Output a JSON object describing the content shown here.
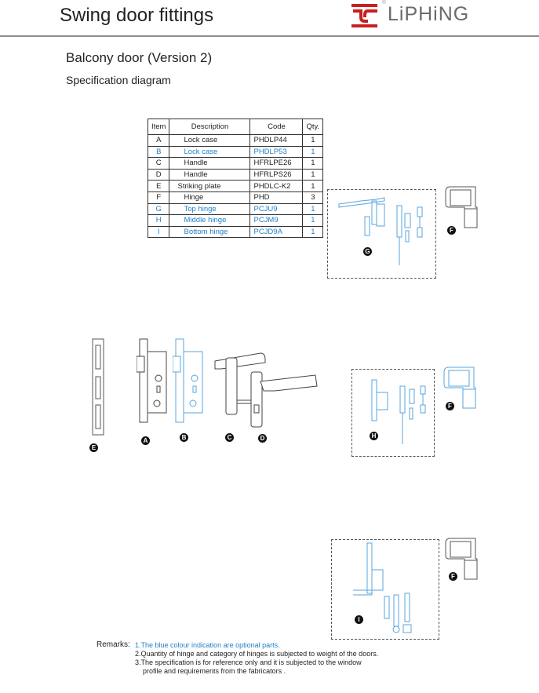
{
  "header": {
    "title": "Swing door fittings",
    "brand": "LiPHiNG",
    "registered_mark": "®",
    "brand_color": "#c8201f",
    "rule_color": "#8e8e8e"
  },
  "page": {
    "subtitle": "Balcony door (Version 2)",
    "section_title": "Specification diagram"
  },
  "spec_table": {
    "columns": [
      "Item",
      "Description",
      "Code",
      "Qty."
    ],
    "optional_color": "#1f7fc7",
    "rows": [
      {
        "item": "A",
        "description": "Lock case",
        "code": "PHDLP44",
        "qty": "1",
        "optional": false
      },
      {
        "item": "B",
        "description": "Lock case",
        "code": "PHDLP53",
        "qty": "1",
        "optional": true
      },
      {
        "item": "C",
        "description": "Handle",
        "code": "HFRLPE26",
        "qty": "1",
        "optional": false
      },
      {
        "item": "D",
        "description": "Handle",
        "code": "HFRLPS26",
        "qty": "1",
        "optional": false
      },
      {
        "item": "E",
        "description": "Striking plate",
        "code": "PHDLC-K2",
        "qty": "1",
        "optional": false
      },
      {
        "item": "F",
        "description": "Hinge",
        "code": "PHD",
        "qty": "3",
        "optional": false
      },
      {
        "item": "G",
        "description": "Top hinge",
        "code": "PCJU9",
        "qty": "1",
        "optional": true
      },
      {
        "item": "H",
        "description": "Middle hinge",
        "code": "PCJM9",
        "qty": "1",
        "optional": true
      },
      {
        "item": "I",
        "description": "Bottom hinge",
        "code": "PCJD9A",
        "qty": "1",
        "optional": true
      }
    ]
  },
  "diagram_labels": {
    "A": "A",
    "B": "B",
    "C": "C",
    "D": "D",
    "E": "E",
    "F_top": "F",
    "F_middle": "F",
    "F_bottom": "F",
    "G": "G",
    "H": "H",
    "I": "I"
  },
  "remarks": {
    "label": "Remarks:",
    "items": [
      "1.The blue colour indication are optional parts.",
      "2.Quantity of hinge and category of hinges is subjected to weight of the doors.",
      "3.The specification is for reference only and it is subjected to the window",
      "profile and requirements from the fabricators ."
    ]
  }
}
